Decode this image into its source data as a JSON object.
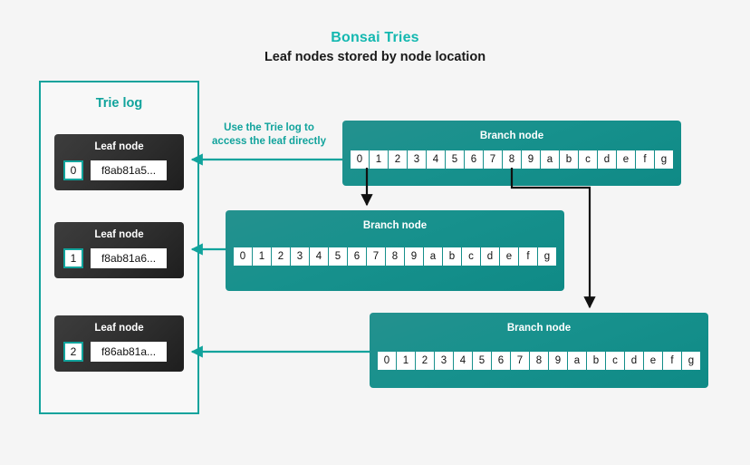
{
  "header": {
    "title": "Bonsai Tries",
    "subtitle": "Leaf nodes stored by node location",
    "title_color": "#14b8b0"
  },
  "colors": {
    "background": "#f5f5f5",
    "teal": "#11a39c",
    "branch_node": "#17918d",
    "leaf_card": "#2e2e2e",
    "arrow_black": "#111111"
  },
  "trie_log": {
    "panel_title": "Trie log",
    "leaf_nodes": [
      {
        "label": "Leaf node",
        "index": "0",
        "value": "f8ab81a5..."
      },
      {
        "label": "Leaf node",
        "index": "1",
        "value": "f8ab81a6..."
      },
      {
        "label": "Leaf node",
        "index": "2",
        "value": "f86ab81a..."
      }
    ]
  },
  "annotation": {
    "line1": "Use the Trie log to",
    "line2": "access the leaf directly"
  },
  "branch_nodes": [
    {
      "label": "Branch node",
      "cells": [
        "0",
        "1",
        "2",
        "3",
        "4",
        "5",
        "6",
        "7",
        "8",
        "9",
        "a",
        "b",
        "c",
        "d",
        "e",
        "f",
        "g"
      ]
    },
    {
      "label": "Branch node",
      "cells": [
        "0",
        "1",
        "2",
        "3",
        "4",
        "5",
        "6",
        "7",
        "8",
        "9",
        "a",
        "b",
        "c",
        "d",
        "e",
        "f",
        "g"
      ]
    },
    {
      "label": "Branch node",
      "cells": [
        "0",
        "1",
        "2",
        "3",
        "4",
        "5",
        "6",
        "7",
        "8",
        "9",
        "a",
        "b",
        "c",
        "d",
        "e",
        "f",
        "g"
      ]
    }
  ]
}
